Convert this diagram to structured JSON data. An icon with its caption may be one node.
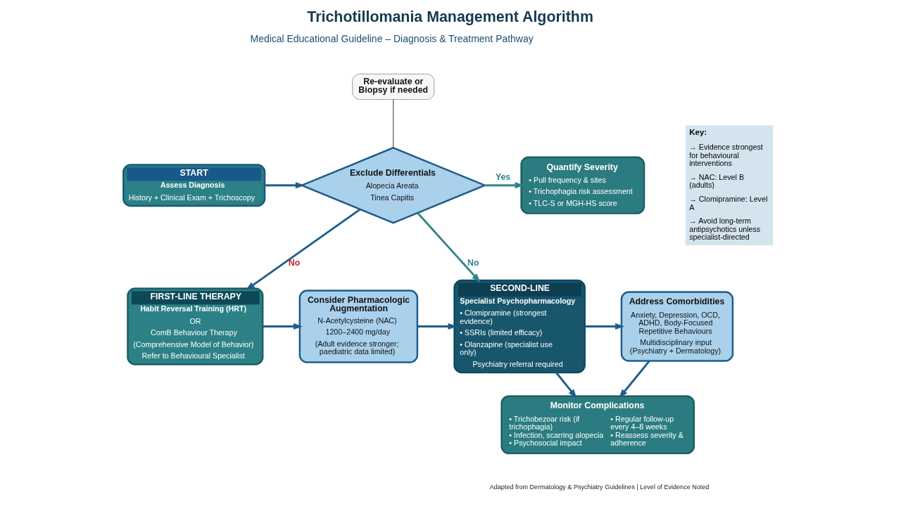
{
  "diagram": {
    "title": "Trichotillomania Management Algorithm",
    "nodes": [
      {
        "text": [
          "START",
          "Assess Diagnosis",
          "History + Clinical Exam + Trichoscopy"
        ]
      },
      {
        "text": [
          "Exclude Differentials",
          "Alopecia Areata",
          "Tinea Capitis"
        ]
      },
      {
        "text": [
          "Re-evaluate or Biopsy if needed"
        ]
      },
      {
        "text": [
          "Quantify Severity",
          "• Pull frequency & sites",
          "• Trichophagia risk assessment",
          "• TLC-S or MGH-HS score"
        ]
      },
      {
        "text": [
          "FIRST-LINE THERAPY",
          "Habit Reversal Training (HRT)",
          "OR",
          "ComB Behaviour Therapy",
          "(Comprehensive Model of Behavior)",
          "Refer to Behavioural Specialist"
        ]
      },
      {
        "text": [
          "Consider Pharmacologic Augmentation",
          "N-Acetylcysteine (NAC)",
          "1200–2400 mg/day",
          "(Adult evidence stronger; paediatric data limited)"
        ]
      },
      {
        "text": [
          "SECOND-LINE",
          "Specialist Psychopharmacology",
          "• Clomipramine (strongest evidence)",
          "• SSRIs (limited efficacy)",
          "• Olanzapine (specialist use only)",
          "Psychiatry referral required"
        ]
      },
      {
        "text": [
          "Address Comorbidities",
          "Anxiety, Depression, OCD, ADHD, Body-Focused Repetitive Behaviours",
          "Multidisciplinary input (Psychiatry + Dermatology)"
        ]
      },
      {
        "text": [
          "Monitor Complications",
          "• Trichobezoar risk (if trichophagia)",
          "• Infection, scarring alopecia",
          "• Psychosocial impact",
          "• Regular follow-up every 4–8 weeks",
          "• Reassess severity & adherence"
        ]
      }
    ],
    "edges": [
      {
        "from": 0,
        "to": 1,
        "arrow": "to"
      },
      {
        "from": 1,
        "to": 3,
        "arrow": "to",
        "label": "Yes",
        "color": "#2e8587"
      },
      {
        "from": 1,
        "to": 4,
        "arrow": "to",
        "label": "No"
      },
      {
        "from": 1,
        "to": 6,
        "arrow": "to",
        "label": "No",
        "color": "#2e8587"
      },
      {
        "from": 2,
        "to": 1,
        "arrow": "none",
        "color": "#333333"
      },
      {
        "from": 4,
        "to": 5,
        "arrow": "to"
      },
      {
        "from": 5,
        "to": 6,
        "arrow": "to"
      },
      {
        "from": 6,
        "to": 7,
        "arrow": "to"
      },
      {
        "from": 6,
        "to": 8,
        "arrow": "to"
      },
      {
        "from": 7,
        "to": 8,
        "arrow": "to"
      }
    ],
    "labels": [
      "Medical Educational Guideline – Diagnosis & Treatment Pathway",
      "Key:",
      "→ Evidence strongest for behavioural interventions",
      "→ NAC: Level B (adults)",
      "→ Clomipramine: Level A",
      "→ Avoid long-term antipsychotics unless specialist-directed",
      "Adapted from Dermatology & Psychiatry Guidelines | Level of Evidence Noted"
    ]
  }
}
